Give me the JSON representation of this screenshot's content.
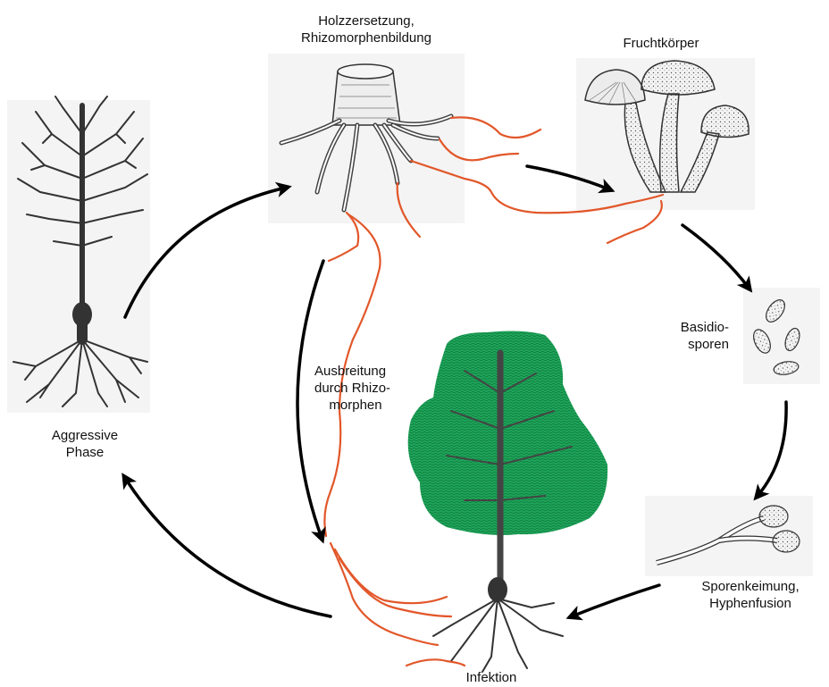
{
  "diagram": {
    "stages": {
      "decomposition": {
        "lines": [
          "Holzzersetzung,",
          "Rhizomorphenbildung"
        ],
        "icon": "stump-with-rhizomorphs"
      },
      "fruiting_bodies": {
        "lines": [
          "Fruchtkörper"
        ],
        "icon": "mushroom-cluster"
      },
      "spores": {
        "lines": [
          "Basidio-",
          "sporen"
        ],
        "icon": "spores"
      },
      "germination": {
        "lines": [
          "Sporenkeimung,",
          "Hyphenfusion"
        ],
        "icon": "germinating-spores"
      },
      "infection": {
        "lines": [
          "Infektion"
        ],
        "icon": "infected-tree"
      },
      "aggressive": {
        "lines": [
          "Aggressive",
          "Phase"
        ],
        "icon": "dead-tree"
      },
      "spread": {
        "lines": [
          "Ausbreitung",
          "durch Rhizo-",
          "morphen"
        ],
        "icon": "rhizomorph-strands"
      }
    },
    "colors": {
      "rhizomorph": "#e2572a",
      "crown": "#1fa35a",
      "arrow": "#000000",
      "wood": "#333333"
    }
  }
}
